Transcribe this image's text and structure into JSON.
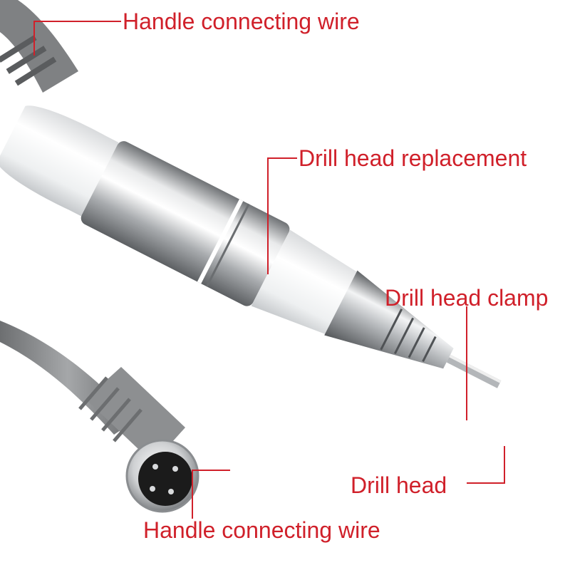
{
  "labels": {
    "top_wire": "Handle connecting wire",
    "drill_head_replacement": "Drill head replacement",
    "drill_head_clamp": "Drill head clamp",
    "drill_head": "Drill head",
    "bottom_wire": "Handle connecting wire"
  },
  "colors": {
    "callout": "#d0202a",
    "cable": "#8a8c8e",
    "handle_white": "#f4f4f4",
    "metal": "#c8cacc"
  }
}
